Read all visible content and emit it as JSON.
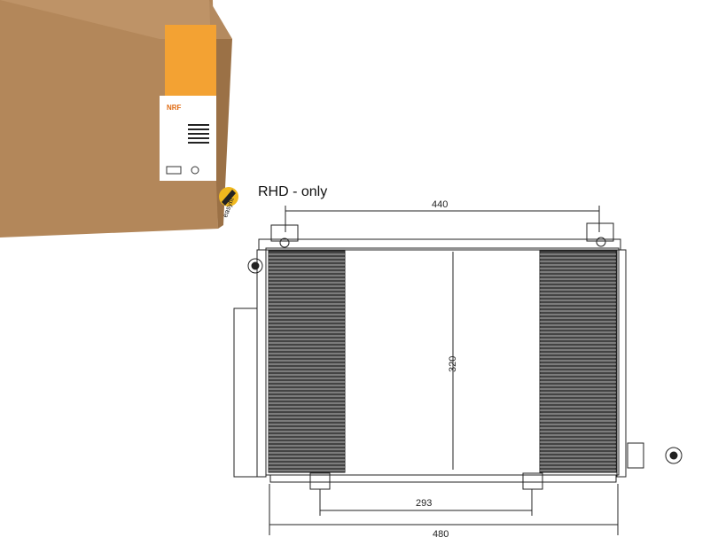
{
  "note": {
    "label": "RHD - only"
  },
  "badge": {
    "text": "easyfit"
  },
  "brand": {
    "logo_text": "NRF"
  },
  "dimensions": {
    "width_top": "440",
    "height": "320",
    "bottom_inner": "293",
    "bottom_total": "480"
  },
  "colors": {
    "box": "#b3875a",
    "box_top": "#c9a27a",
    "box_side": "#9b7146",
    "label": "#f3a233",
    "badge": "#f0b81e",
    "line": "#222222"
  }
}
